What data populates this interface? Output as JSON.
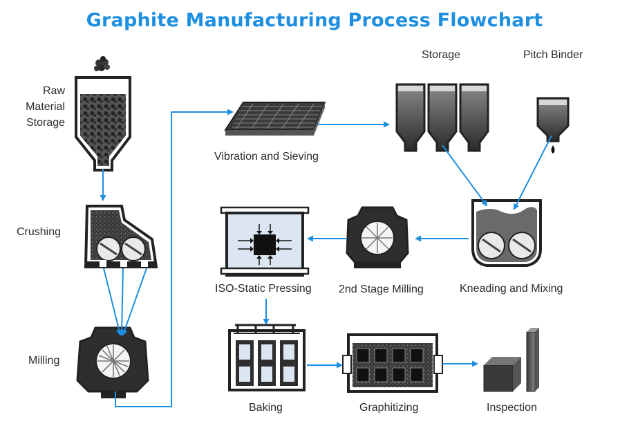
{
  "title": "Graphite Manufacturing Process Flowchart",
  "colors": {
    "accent": "#1e8fe0",
    "arrow": "#1e8fe0",
    "machine": "#2e2e2e",
    "fill_light": "#dce6f2"
  },
  "steps": {
    "raw_material": [
      "Raw",
      "Material",
      "Storage"
    ],
    "crushing": "Crushing",
    "milling": "Milling",
    "vibration": "Vibration and Sieving",
    "storage": "Storage",
    "pitch_binder": "Pitch Binder",
    "kneading": "Kneading and Mixing",
    "second_milling": "2nd Stage Milling",
    "iso_pressing": "ISO-Static Pressing",
    "baking": "Baking",
    "graphitizing": "Graphitizing",
    "inspection": "Inspection"
  }
}
